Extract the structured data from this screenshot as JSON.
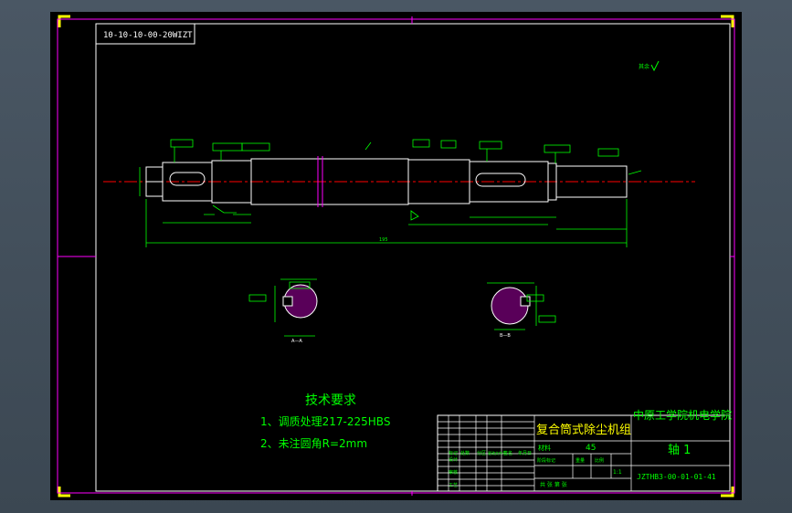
{
  "drawing": {
    "corner_code": "10-10-10-00-20WIZT",
    "roughness_note": "其余",
    "overall_length": "195",
    "section_labels": [
      "A—A",
      "B—B"
    ],
    "tech_requirements": {
      "title": "技术要求",
      "items": [
        "1、调质处理217-225HBS",
        "2、未注圆角R=2mm"
      ]
    },
    "title_block": {
      "product_name": "复合筒式除尘机组",
      "institution": "中原工学院机电学院",
      "part_name": "轴 1",
      "material_label": "材料",
      "material": "45",
      "scale_label": "比例",
      "scale": "1:1",
      "sheet_label": "共  张  第  张",
      "drawing_number": "JZTHB3-00-01-01-41",
      "row_labels": [
        "标记",
        "设计",
        "审核",
        "工艺"
      ],
      "col_labels": [
        "处数",
        "分区",
        "更改文件号",
        "签名",
        "年月日"
      ],
      "weight_label": "重量",
      "stage_label": "阶段标记"
    },
    "colors": {
      "sheet_border": "#ff00ff",
      "geometry": "#ffffff",
      "dimensions": "#00ff00",
      "centerline": "#ff0000",
      "notes": "#00ff00",
      "product_text": "#ffff00"
    }
  }
}
